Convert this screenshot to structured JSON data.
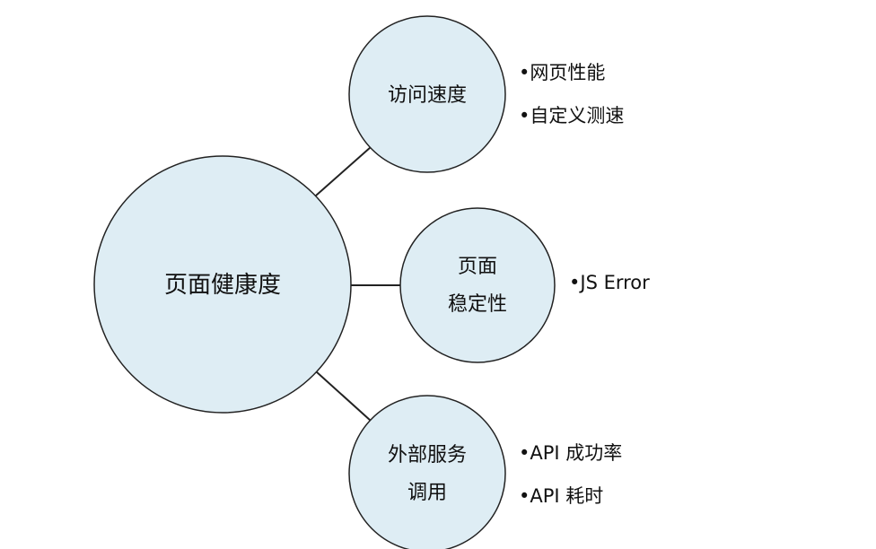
{
  "diagram": {
    "root": {
      "label": "页面健康度"
    },
    "branches": [
      {
        "key": "speed",
        "label_lines": [
          "访问速度"
        ],
        "items": [
          "•网页性能",
          "•自定义测速"
        ]
      },
      {
        "key": "stability",
        "label_lines": [
          "页面",
          "稳定性"
        ],
        "items": [
          "•JS Error"
        ]
      },
      {
        "key": "external",
        "label_lines": [
          "外部服务",
          "调用"
        ],
        "items": [
          "•API 成功率",
          "•API 耗时"
        ]
      }
    ]
  },
  "colors": {
    "node_fill": "#deedf4",
    "node_stroke": "#222222",
    "connector": "#222222",
    "text": "#111111"
  }
}
